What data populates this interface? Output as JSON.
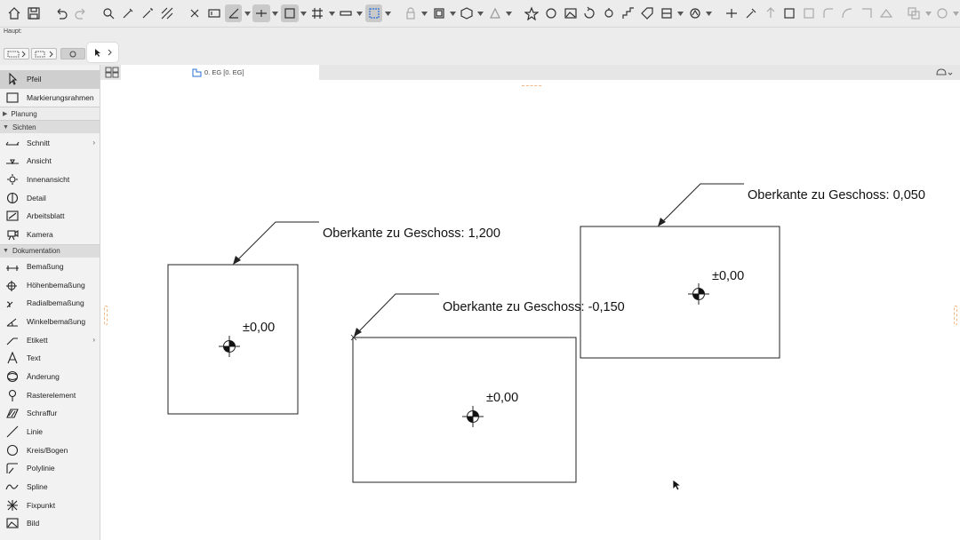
{
  "infobox": {
    "title": "Haupt:"
  },
  "toolbox": {
    "top_items": [
      {
        "label": "Pfeil",
        "icon": "arrow-pointer-icon",
        "selected": true
      },
      {
        "label": "Markierungsrahmen",
        "icon": "marquee-icon",
        "selected": false
      }
    ],
    "groups": [
      {
        "label": "Planung",
        "collapsed": true,
        "items": []
      },
      {
        "label": "Sichten",
        "collapsed": false,
        "items": [
          {
            "label": "Schnitt",
            "icon": "section-icon",
            "has_submenu": true
          },
          {
            "label": "Ansicht",
            "icon": "elevation-icon",
            "has_submenu": false
          },
          {
            "label": "Innenansicht",
            "icon": "interior-elevation-icon",
            "has_submenu": false
          },
          {
            "label": "Detail",
            "icon": "detail-icon",
            "has_submenu": false
          },
          {
            "label": "Arbeitsblatt",
            "icon": "worksheet-icon",
            "has_submenu": false
          },
          {
            "label": "Kamera",
            "icon": "camera-icon",
            "has_submenu": false
          }
        ]
      },
      {
        "label": "Dokumentation",
        "collapsed": false,
        "items": [
          {
            "label": "Bemaßung",
            "icon": "dimension-icon",
            "has_submenu": false
          },
          {
            "label": "Höhenbemaßung",
            "icon": "level-dimension-icon",
            "has_submenu": false
          },
          {
            "label": "Radialbemaßung",
            "icon": "radial-dimension-icon",
            "has_submenu": false
          },
          {
            "label": "Winkelbemaßung",
            "icon": "angle-dimension-icon",
            "has_submenu": false
          },
          {
            "label": "Etikett",
            "icon": "label-icon",
            "has_submenu": true
          },
          {
            "label": "Text",
            "icon": "text-icon",
            "has_submenu": false
          },
          {
            "label": "Änderung",
            "icon": "change-icon",
            "has_submenu": false
          },
          {
            "label": "Rasterelement",
            "icon": "grid-element-icon",
            "has_submenu": false
          },
          {
            "label": "Schraffur",
            "icon": "fill-icon",
            "has_submenu": false
          },
          {
            "label": "Linie",
            "icon": "line-icon",
            "has_submenu": false
          },
          {
            "label": "Kreis/Bogen",
            "icon": "circle-icon",
            "has_submenu": false
          },
          {
            "label": "Polylinie",
            "icon": "polyline-icon",
            "has_submenu": false
          },
          {
            "label": "Spline",
            "icon": "spline-icon",
            "has_submenu": false
          },
          {
            "label": "Fixpunkt",
            "icon": "hotspot-icon",
            "has_submenu": false
          },
          {
            "label": "Bild",
            "icon": "image-icon",
            "has_submenu": false
          }
        ]
      }
    ]
  },
  "tab": {
    "label": "0. EG [0. EG]"
  },
  "canvas": {
    "callouts": [
      {
        "text": "Oberkante zu Geschoss: 1,200"
      },
      {
        "text": "Oberkante zu Geschoss: -0,150"
      },
      {
        "text": "Oberkante zu Geschoss: 0,050"
      }
    ],
    "elevations": [
      {
        "text": "±0,00"
      },
      {
        "text": "±0,00"
      },
      {
        "text": "±0,00"
      }
    ]
  }
}
